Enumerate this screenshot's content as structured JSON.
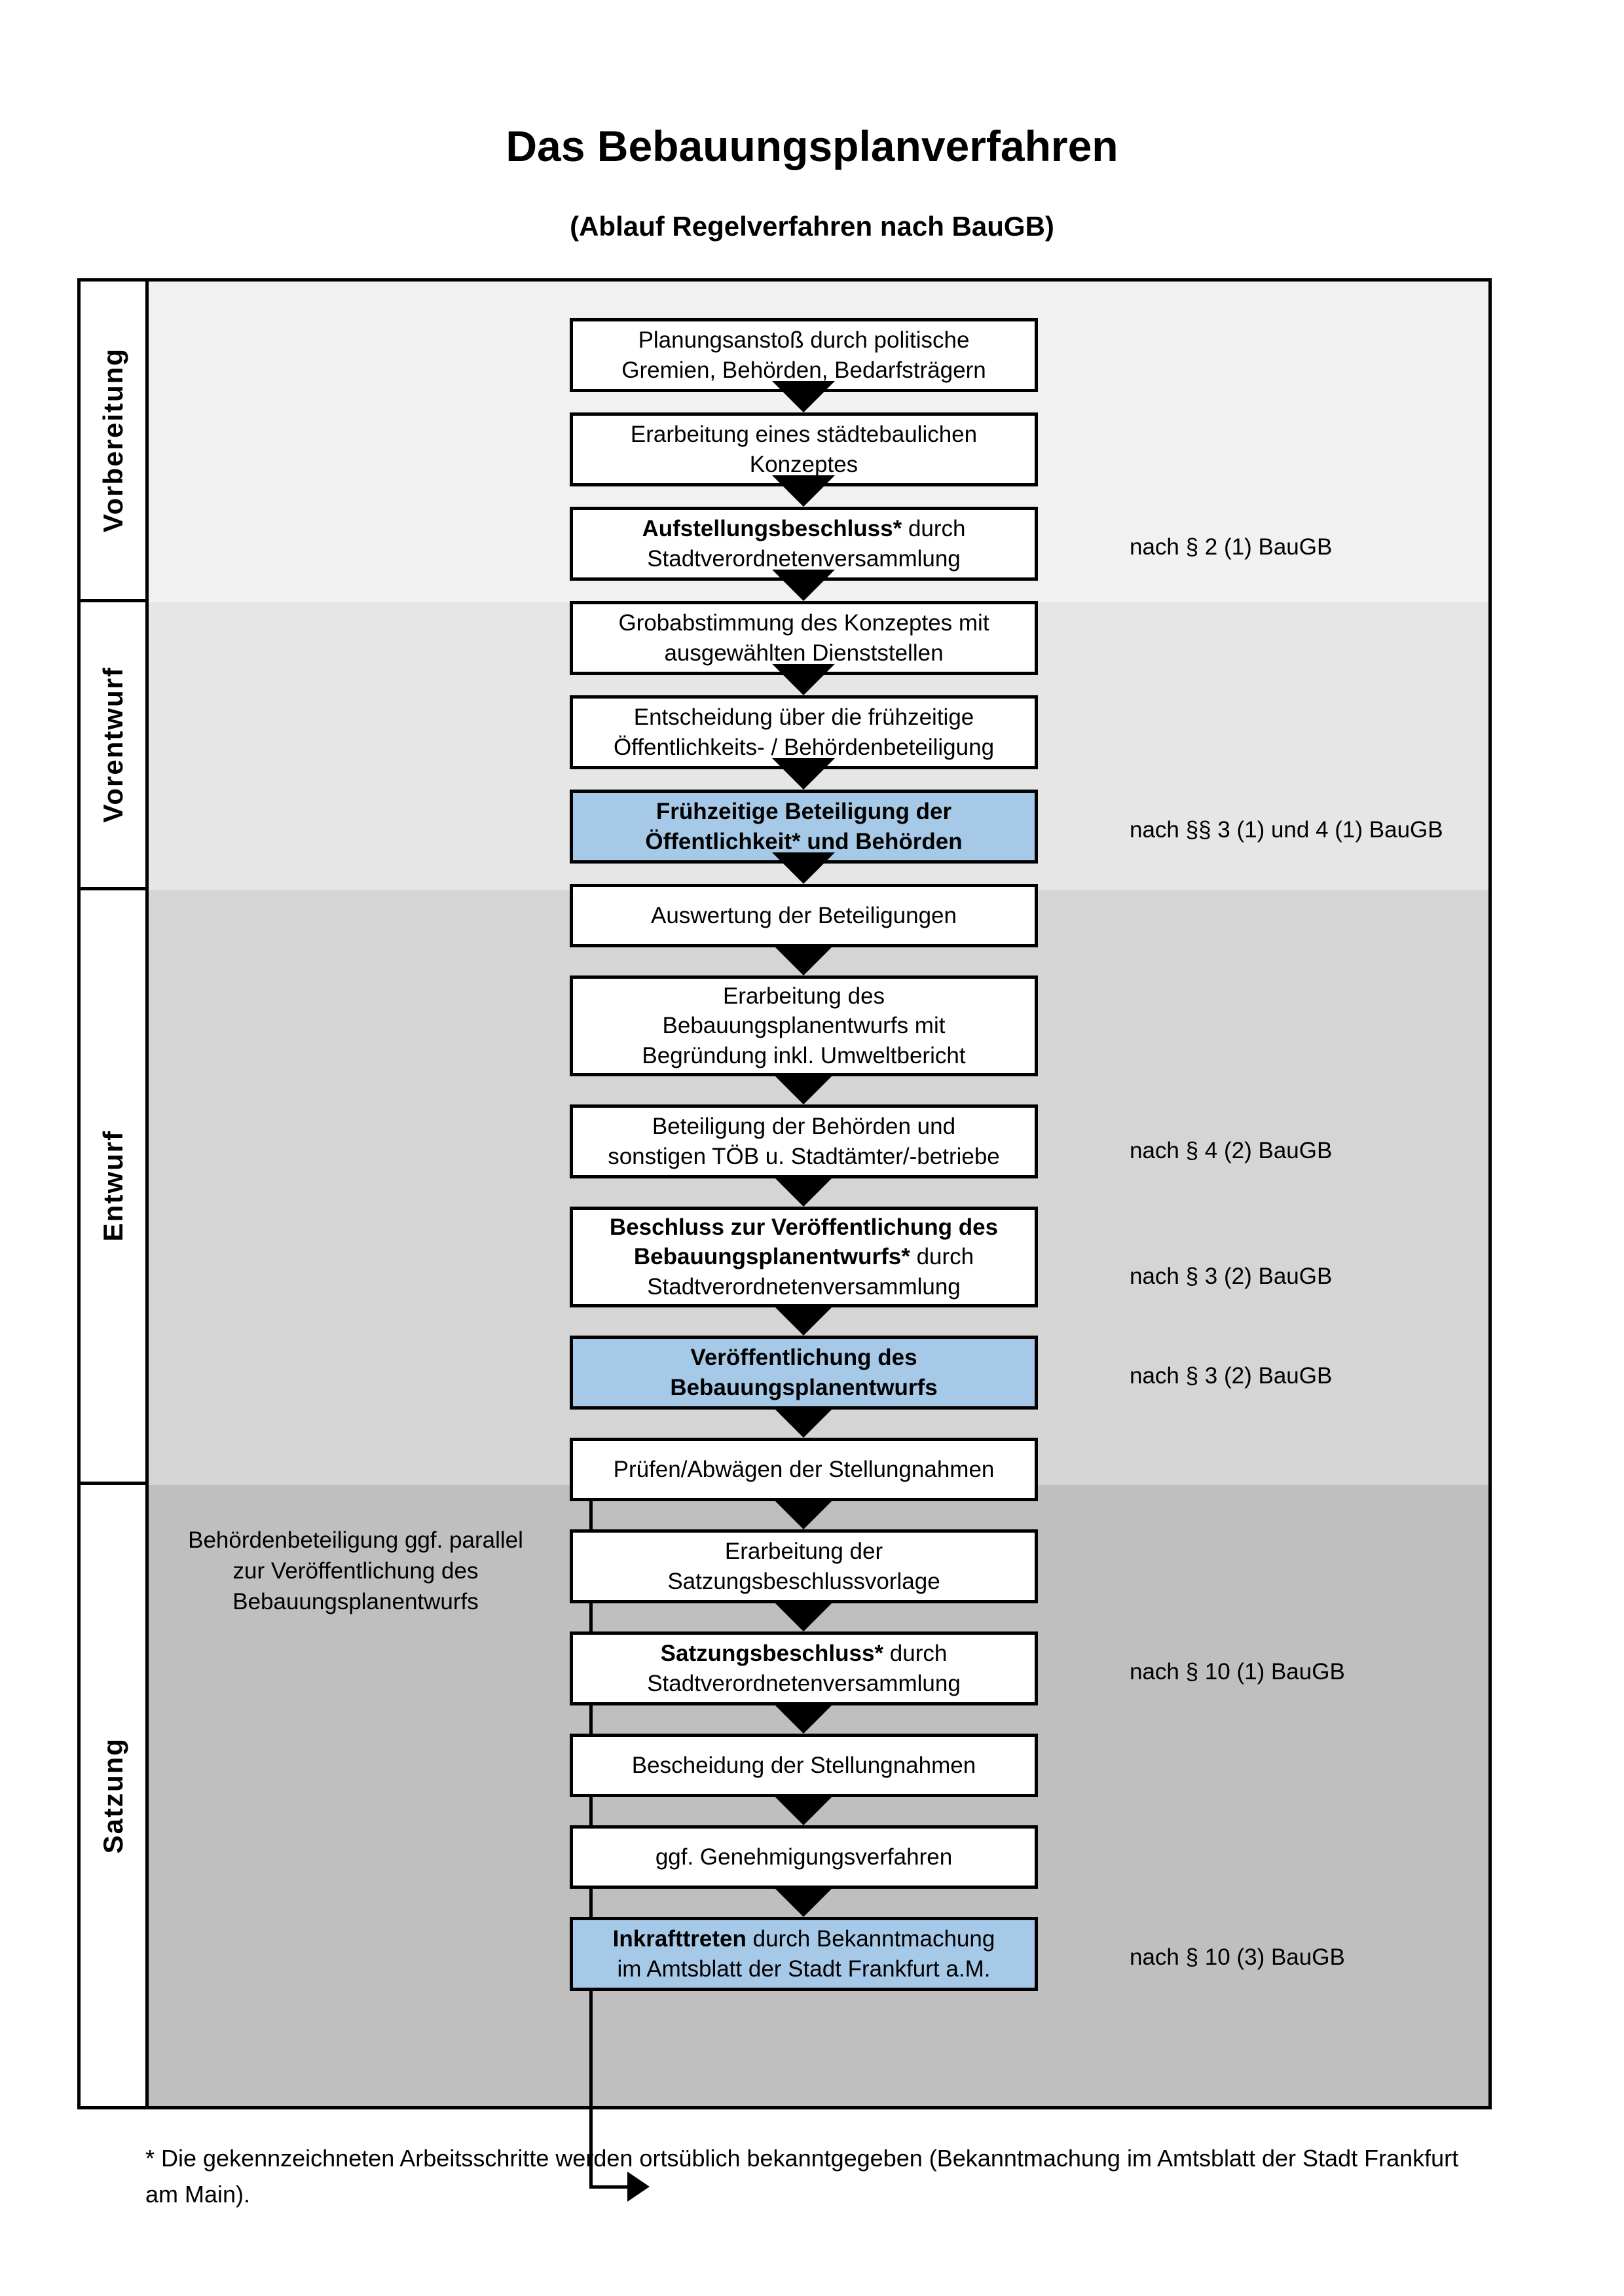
{
  "header": {
    "title": "Das Bebauungsplanverfahren",
    "subtitle": "(Ablauf Regelverfahren nach BauGB)"
  },
  "stages": [
    {
      "label": "Vorbereitung"
    },
    {
      "label": "Vorentwurf"
    },
    {
      "label": "Entwurf"
    },
    {
      "label": "Satzung"
    }
  ],
  "nodes": [
    {
      "id": "planungsanstoss",
      "line1": "Planungsanstoß durch politische",
      "line2": "Gremien, Behörden, Bedarfsträgern",
      "bold1": "",
      "style": "plain"
    },
    {
      "id": "konzept",
      "line1": "Erarbeitung eines städtebaulichen",
      "line2": "Konzeptes",
      "style": "plain"
    },
    {
      "id": "aufstellungsbeschluss",
      "bold1": "Aufstellungsbeschluss*",
      "rest1": " durch",
      "line2": "Stadtverordnetenversammlung",
      "style": "plain"
    },
    {
      "id": "grobabstimmung",
      "line1": "Grobabstimmung des Konzeptes mit",
      "line2": "ausgewählten Dienststellen",
      "style": "plain"
    },
    {
      "id": "entscheidung-fruehzeitig",
      "line1": "Entscheidung über die frühzeitige",
      "line2": "Öffentlichkeits- / Behördenbeteiligung",
      "style": "plain"
    },
    {
      "id": "fruehzeitige-beteiligung",
      "bold1": "Frühzeitige Beteiligung der",
      "bold2": "Öffentlichkeit* und Behörden",
      "style": "blue"
    },
    {
      "id": "auswertung",
      "line1": "Auswertung der Beteiligungen",
      "style": "plain"
    },
    {
      "id": "erarbeitung-entwurf",
      "line1": "Erarbeitung des",
      "line2": "Bebauungsplanentwurfs mit",
      "line3": "Begründung inkl. Umweltbericht",
      "style": "plain"
    },
    {
      "id": "beteiligung-behoerden",
      "line1": "Beteiligung der Behörden und",
      "line2": "sonstigen TÖB u. Stadtämter/-betriebe",
      "style": "plain"
    },
    {
      "id": "beschluss-veroeffentlichung",
      "bold1": "Beschluss zur Veröffentlichung des",
      "bold2": "Bebauungsplanentwurfs*",
      "rest2": " durch",
      "line3": "Stadtverordnetenversammlung",
      "style": "plain"
    },
    {
      "id": "veroeffentlichung",
      "bold1": "Veröffentlichung des",
      "bold2": "Bebauungsplanentwurfs",
      "style": "blue"
    },
    {
      "id": "pruefen-abwaegen",
      "line1": "Prüfen/Abwägen der Stellungnahmen",
      "style": "plain"
    },
    {
      "id": "satzungsbeschlussvorlage",
      "line1": "Erarbeitung der",
      "line2": "Satzungsbeschlussvorlage",
      "style": "plain"
    },
    {
      "id": "satzungsbeschluss",
      "bold1": "Satzungsbeschluss*",
      "rest1": " durch",
      "line2": "Stadtverordnetenversammlung",
      "style": "plain"
    },
    {
      "id": "bescheidung",
      "line1": "Bescheidung der Stellungnahmen",
      "style": "plain"
    },
    {
      "id": "genehmigungsverfahren",
      "line1": "ggf. Genehmigungsverfahren",
      "style": "plain"
    },
    {
      "id": "inkrafttreten",
      "bold1": "Inkrafttreten",
      "rest1": " durch Bekanntmachung",
      "line2": "im Amtsblatt der Stadt Frankfurt a.M.",
      "style": "blue"
    }
  ],
  "law_refs": [
    {
      "id": "ref-par2",
      "text": "nach § 2 (1) BauGB"
    },
    {
      "id": "ref-par3-4",
      "text": "nach §§ 3 (1) und 4 (1) BauGB"
    },
    {
      "id": "ref-par4-2",
      "text": "nach § 4 (2) BauGB"
    },
    {
      "id": "ref-par3-2a",
      "text": "nach § 3 (2) BauGB"
    },
    {
      "id": "ref-par3-2b",
      "text": "nach § 3 (2) BauGB"
    },
    {
      "id": "ref-par10-1",
      "text": "nach § 10 (1) BauGB"
    },
    {
      "id": "ref-par10-3",
      "text": "nach § 10 (3) BauGB"
    }
  ],
  "side_note": {
    "line1": "Behördenbeteiligung",
    "line2": "ggf. parallel zur",
    "line3": "Veröffentlichung des",
    "line4": "Bebauungsplanentwurfs"
  },
  "footnote": {
    "text": "* Die gekennzeichneten Arbeitsschritte werden ortsüblich bekanntgegeben (Bekanntmachung im Amtsblatt  der Stadt Frankfurt am Main)."
  },
  "colors": {
    "highlight_box": "#a6c9e8",
    "band_vorbereitung": "#f1f1f1",
    "band_vorentwurf": "#e6e6e6",
    "band_entwurf": "#d5d5d5",
    "band_satzung": "#bfbfbf",
    "stroke": "#000000"
  }
}
